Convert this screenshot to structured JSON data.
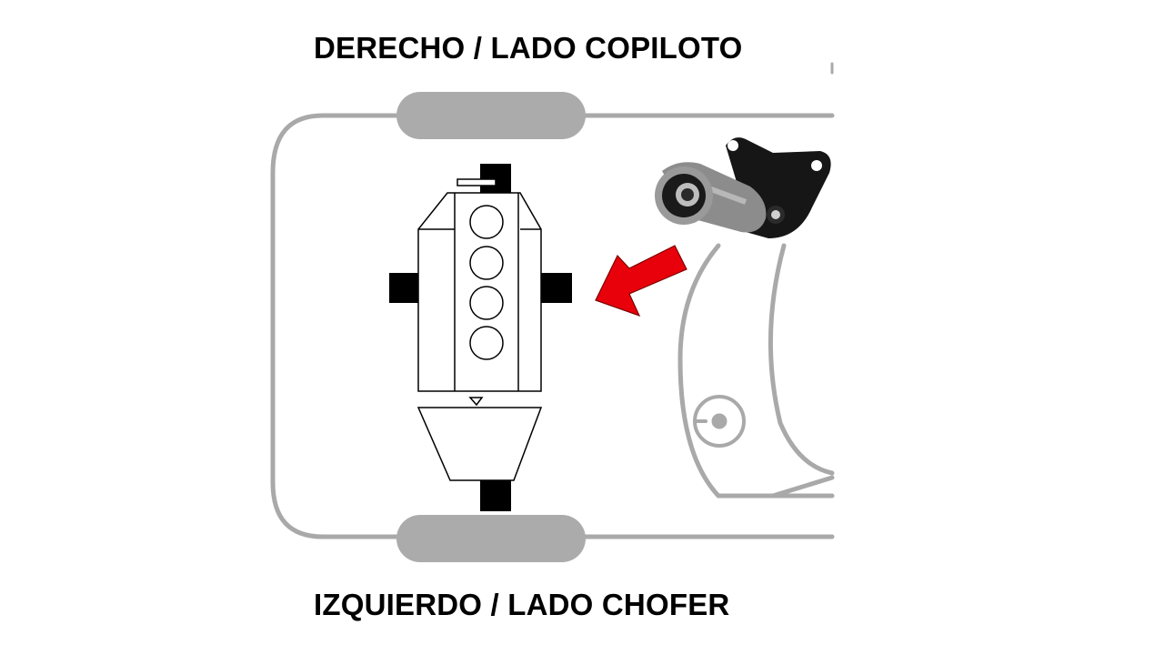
{
  "labels": {
    "top": "DERECHO / LADO COPILOTO",
    "bottom": "IZQUIERDO / LADO CHOFER"
  },
  "colors": {
    "background": "#ffffff",
    "car_outline": "#a9a9a9",
    "wheel": "#ababab",
    "mount_block": "#000000",
    "arrow": "#e8000b",
    "text": "#000000"
  },
  "icons": [
    "car-outline",
    "engine-block",
    "transmission",
    "engine-mount-block",
    "red-arrow",
    "engine-mount-part-photo"
  ]
}
